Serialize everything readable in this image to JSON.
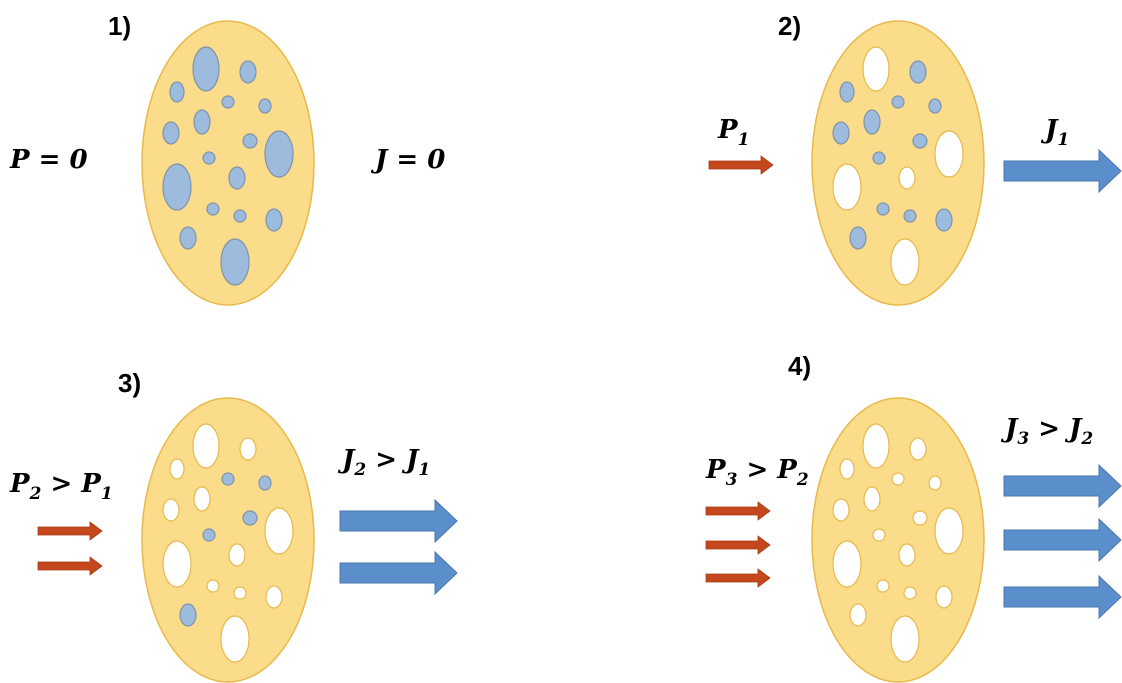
{
  "colors": {
    "body_fill": "#fbdc8a",
    "body_stroke": "#e8b94a",
    "pore_filled": "#9dbbdd",
    "pore_stroke": "#7f93a8",
    "pore_empty": "#ffffff",
    "pressure_arrow": "#c5481c",
    "flux_arrow": "#5b8fcb"
  },
  "panels": [
    {
      "label": "1)",
      "pressure": {
        "symbol": "P",
        "rest": " = 0"
      },
      "flux": {
        "symbol": "J",
        "rest": " = 0"
      },
      "pressure_arrows": 0,
      "flux_arrows": 0,
      "open_pore_count": 0
    },
    {
      "label": "2)",
      "pressure": {
        "symbol": "P",
        "sub": "1"
      },
      "flux": {
        "symbol": "J",
        "sub": "1"
      },
      "pressure_arrows": 1,
      "flux_arrows": 1,
      "open_pore_count": 5
    },
    {
      "label": "3)",
      "pressure": {
        "symbol": "P",
        "sub": "2",
        "rest": " > P",
        "sub2": "1"
      },
      "flux": {
        "symbol": "J",
        "sub": "2",
        "rest": " > J",
        "sub2": "1"
      },
      "pressure_arrows": 2,
      "flux_arrows": 2,
      "open_pore_count": 12
    },
    {
      "label": "4)",
      "pressure": {
        "symbol": "P",
        "sub": "3",
        "rest": " > P",
        "sub2": "2"
      },
      "flux": {
        "symbol": "J",
        "sub": "3",
        "rest": " > J",
        "sub2": "2"
      },
      "pressure_arrows": 3,
      "flux_arrows": 3,
      "open_pore_count": 17
    }
  ],
  "icons": {
    "pore": "pore-circle",
    "pressure": "arrow-right-icon",
    "flux": "block-arrow-right-icon"
  }
}
